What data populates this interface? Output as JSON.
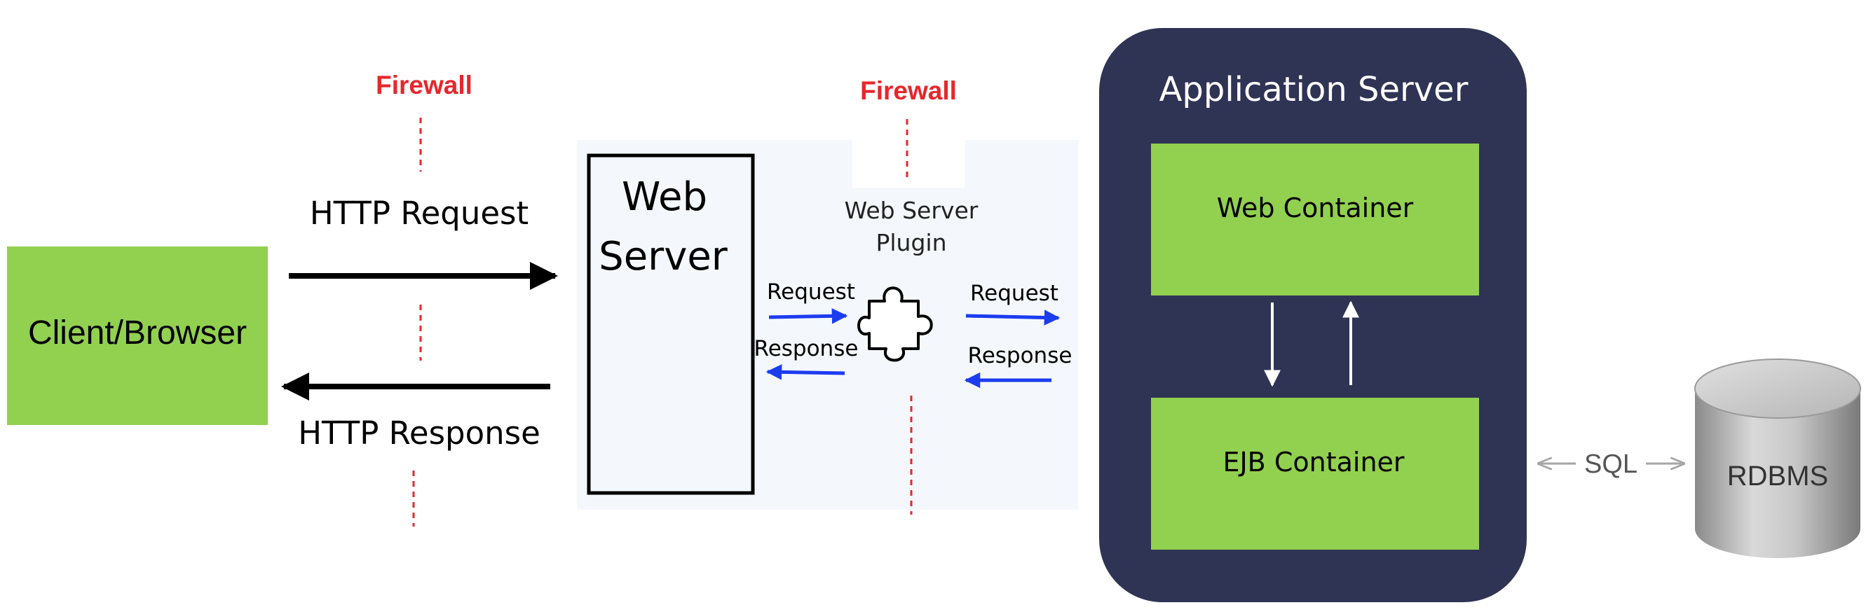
{
  "firewalls": [
    {
      "label": "Firewall"
    },
    {
      "label": "Firewall"
    }
  ],
  "client": {
    "label": "Client/Browser"
  },
  "http": {
    "request_label": "HTTP Request",
    "response_label": "HTTP Response"
  },
  "web_server": {
    "line1": "Web",
    "line2": "Server"
  },
  "plugin": {
    "line1": "Web Server",
    "line2": "Plugin",
    "request_in": "Request",
    "response_out": "Response",
    "request_out": "Request",
    "response_in": "Response",
    "icon": "puzzle-piece-icon"
  },
  "app_server": {
    "title": "Application Server",
    "web_container": "Web Container",
    "ejb_container": "EJB Container"
  },
  "sql": {
    "label": "SQL"
  },
  "database": {
    "label": "RDBMS",
    "icon": "database-cylinder-icon"
  },
  "colors": {
    "green": "#92d050",
    "navy": "#2f3354",
    "firewall_red": "#e8262b",
    "arrow_blue": "#1c3cf0",
    "black": "#000000"
  }
}
